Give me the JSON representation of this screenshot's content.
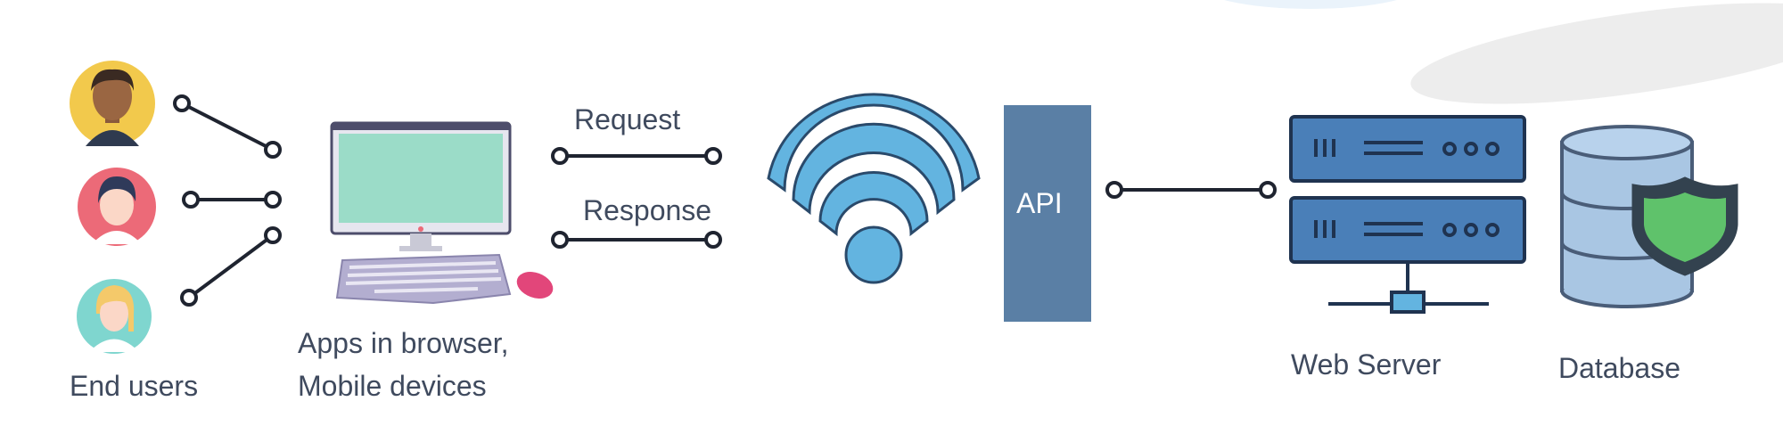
{
  "labels": {
    "end_users": "End users",
    "apps_line1": "Apps in browser,",
    "apps_line2": "Mobile devices",
    "request": "Request",
    "response": "Response",
    "api": "API",
    "web_server": "Web Server",
    "database": "Database"
  },
  "icons": {
    "user1": "user-avatar-dark-hair-icon",
    "user2": "user-avatar-pink-icon",
    "user3": "user-avatar-blonde-icon",
    "computer": "desktop-computer-icon",
    "wifi": "wifi-icon",
    "server": "server-rack-icon",
    "database": "database-icon",
    "shield": "shield-icon"
  },
  "colors": {
    "api_block": "#5a7fa5",
    "server": "#4a7fb8",
    "wifi": "#63b4e0",
    "monitor_screen": "#9bdcc8",
    "database": "#a9c6e3",
    "shield": "#5fc26b",
    "text": "#3f4a5e"
  }
}
